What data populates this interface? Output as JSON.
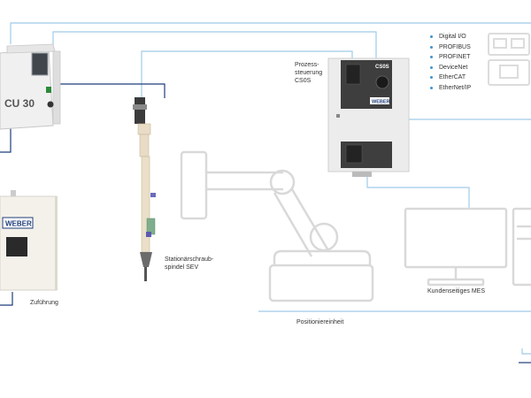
{
  "devices": {
    "cu30_label": "CU 30",
    "csos_badge": "CS0S",
    "weber_badge_small": "WEBER",
    "weber_badge_large": "WEBER"
  },
  "labels": {
    "prozess": "Prozess-\nsteuerung\nCS0S",
    "spindel": "Stationärschraub-\nspindel SEV",
    "zufuehrung": "Zuführung",
    "positioniereinheit": "Positioniereinheit",
    "mes": "Kundenseitiges MES"
  },
  "protocols": [
    "Digital I/O",
    "PROFIBUS",
    "PROFINET",
    "DeviceNet",
    "EtherCAT",
    "EtherNet/IP"
  ],
  "colors": {
    "line_light": "#9fcbe8",
    "line_dark": "#1f3d7a",
    "bullet": "#3f93cf",
    "ghost": "#d9d9d9"
  }
}
